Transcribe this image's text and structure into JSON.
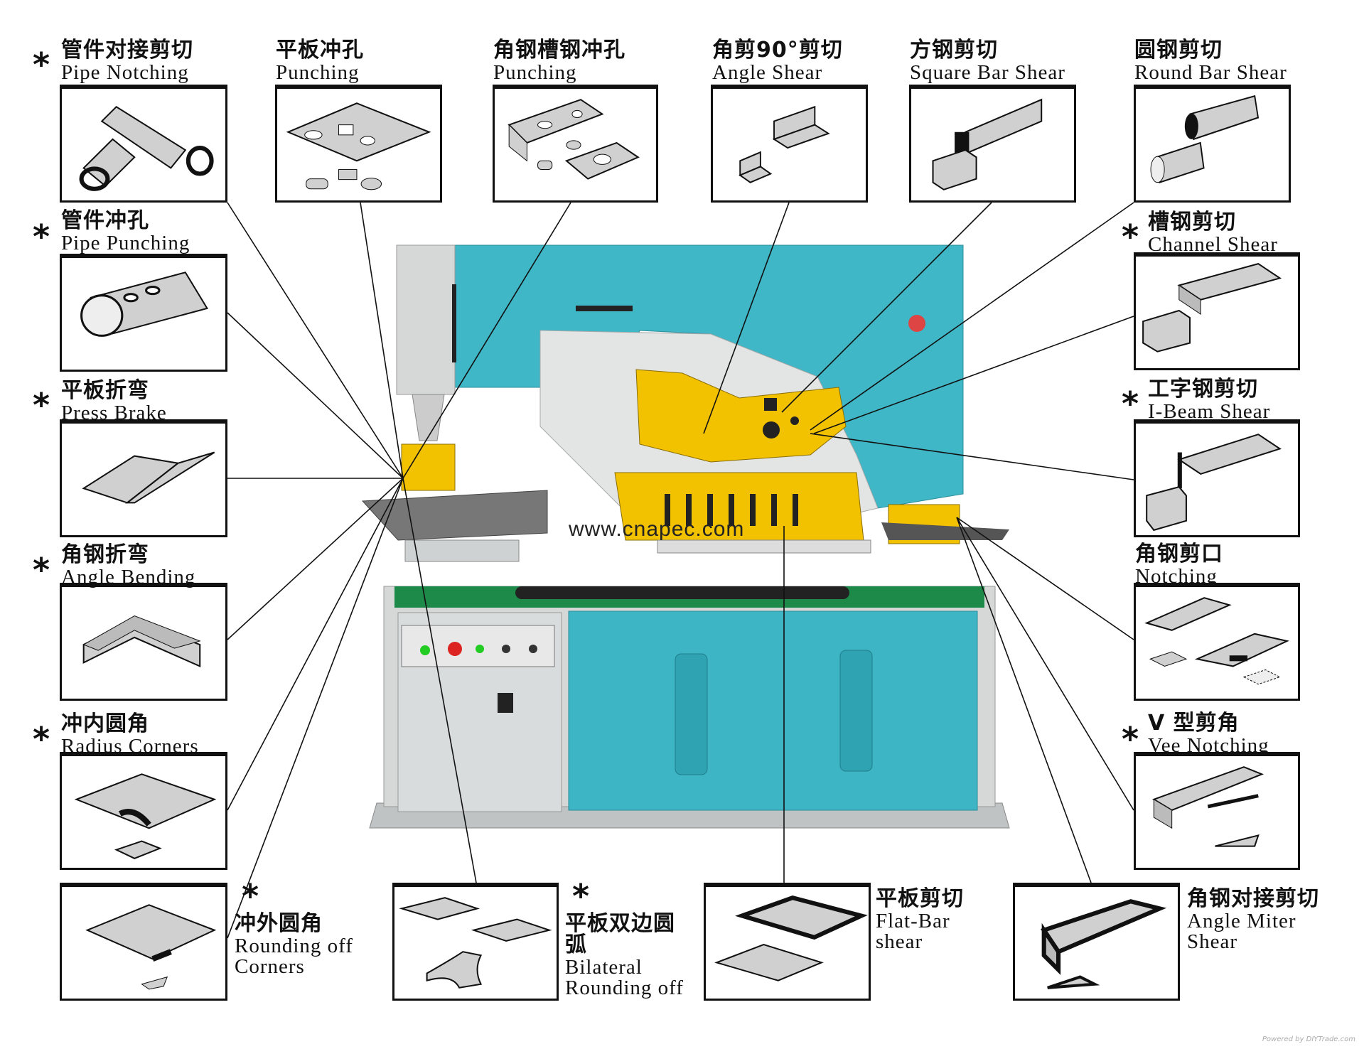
{
  "operations": [
    {
      "id": "pipe-notching",
      "cn": "管件对接剪切",
      "en": "Pipe Notching",
      "star": true,
      "icon": "tee-pipe"
    },
    {
      "id": "punching",
      "cn": "平板冲孔",
      "en": "Punching",
      "star": false,
      "icon": "plate-holes"
    },
    {
      "id": "angle-channel-punching",
      "cn": "角钢槽钢冲孔",
      "en": "Punching",
      "star": false,
      "icon": "angle-holes"
    },
    {
      "id": "angle-shear",
      "cn": "角剪90°剪切",
      "en": "Angle Shear",
      "star": false,
      "icon": "angle-cut"
    },
    {
      "id": "square-bar-shear",
      "cn": "方钢剪切",
      "en": "Square Bar Shear",
      "star": false,
      "icon": "square-bar"
    },
    {
      "id": "round-bar-shear",
      "cn": "圆钢剪切",
      "en": "Round Bar Shear",
      "star": false,
      "icon": "round-bar"
    },
    {
      "id": "pipe-punching",
      "cn": "管件冲孔",
      "en": "Pipe Punching",
      "star": true,
      "icon": "pipe-holes"
    },
    {
      "id": "press-brake",
      "cn": "平板折弯",
      "en": "Press Brake",
      "star": true,
      "icon": "bent-plate"
    },
    {
      "id": "angle-bending",
      "cn": "角钢折弯",
      "en": "Angle Bending",
      "star": true,
      "icon": "angle-bend"
    },
    {
      "id": "radius-corners",
      "cn": "冲内圆角",
      "en": "Radius Corners",
      "star": true,
      "icon": "radius-corner"
    },
    {
      "id": "rounding-off-corners",
      "cn": "冲外圆角",
      "en": "Rounding off Corners",
      "en2": "Corners",
      "star": true,
      "icon": "round-corner"
    },
    {
      "id": "bilateral-rounding",
      "cn": "平板双边圆弧",
      "en": "Bilateral Rounding off",
      "star": true,
      "icon": "bilateral"
    },
    {
      "id": "flat-bar-shear",
      "cn": "平板剪切",
      "en": "Flat-Bar shear",
      "star": false,
      "icon": "flat-bar"
    },
    {
      "id": "angle-miter-shear",
      "cn": "角钢对接剪切",
      "en": "Angle Miter Shear",
      "star": false,
      "icon": "angle-miter"
    },
    {
      "id": "channel-shear",
      "cn": "槽钢剪切",
      "en": "Channel  Shear",
      "star": true,
      "icon": "channel"
    },
    {
      "id": "i-beam-shear",
      "cn": "工字钢剪切",
      "en": "I-Beam Shear",
      "star": true,
      "icon": "ibeam"
    },
    {
      "id": "notching",
      "cn": "角钢剪口",
      "en": "Notching",
      "star": false,
      "icon": "notch"
    },
    {
      "id": "vee-notching",
      "cn": "V 型剪角",
      "en": "Vee Notching",
      "star": true,
      "icon": "vee"
    }
  ],
  "watermark": "www.cnapec.com",
  "credit": "Powered by DIYTrade.com",
  "colors": {
    "machine_cyan": "#3fb7c6",
    "machine_yellow": "#f2c200",
    "base_gray": "#c9cccc",
    "table_green": "#1e8a4a"
  }
}
